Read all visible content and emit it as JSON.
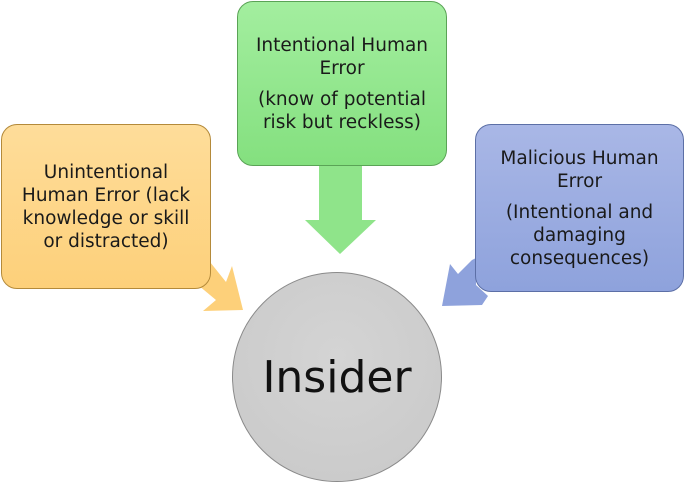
{
  "diagram": {
    "center": {
      "label": "Insider"
    },
    "nodes": [
      {
        "id": "unintentional",
        "lines": [
          "Unintentional",
          "Human Error (lack",
          "knowledge or skill",
          "or distracted)"
        ],
        "color": "#fdd689"
      },
      {
        "id": "intentional",
        "title": [
          "Intentional Human",
          "Error"
        ],
        "detail": [
          "(know of potential",
          "risk but reckless)"
        ],
        "color": "#95e890"
      },
      {
        "id": "malicious",
        "title": [
          "Malicious Human",
          "Error"
        ],
        "detail": [
          "(Intentional and",
          "damaging",
          "consequences)"
        ],
        "color": "#9caee1"
      }
    ],
    "edges": [
      {
        "from": "unintentional",
        "to": "Insider"
      },
      {
        "from": "intentional",
        "to": "Insider"
      },
      {
        "from": "malicious",
        "to": "Insider"
      }
    ]
  }
}
